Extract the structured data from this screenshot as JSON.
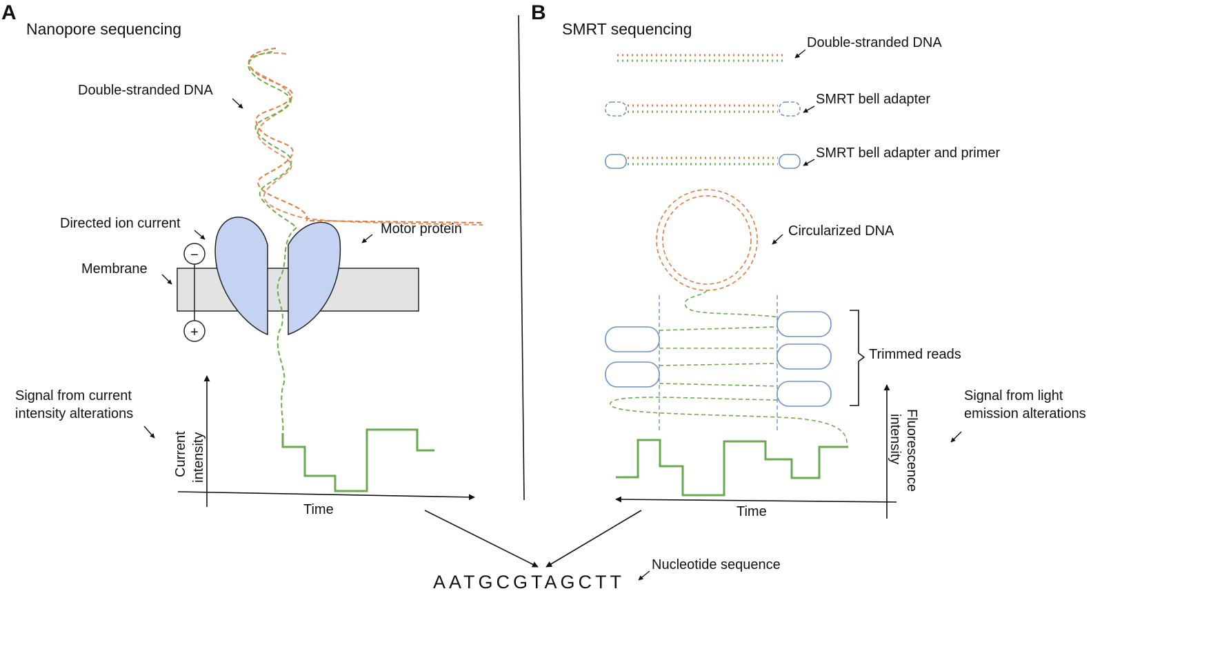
{
  "panel_a": {
    "letter": "A",
    "title": "Nanopore sequencing",
    "labels": {
      "double_stranded_dna": "Double-stranded DNA",
      "directed_ion_current": "Directed ion current",
      "motor_protein": "Motor protein",
      "membrane": "Membrane",
      "signal_line1": "Signal from current",
      "signal_line2": "intensity alterations",
      "y_axis_line1": "Current",
      "y_axis_line2": "intensity",
      "x_axis": "Time",
      "minus_sign": "−",
      "plus_sign": "+"
    }
  },
  "panel_b": {
    "letter": "B",
    "title": "SMRT sequencing",
    "labels": {
      "double_stranded_dna": "Double-stranded DNA",
      "smrt_bell_adapter": "SMRT bell adapter",
      "smrt_bell_adapter_primer": "SMRT bell adapter and primer",
      "circularized_dna": "Circularized DNA",
      "trimmed_reads": "Trimmed reads",
      "signal_line1": "Signal from light",
      "signal_line2": "emission alterations",
      "y_axis_line1": "Fluorescence",
      "y_axis_line2": "intensity",
      "x_axis": "Time"
    }
  },
  "output": {
    "sequence": "AATGCGTAGCTT",
    "label": "Nucleotide sequence"
  },
  "colors": {
    "protein_fill": "#c5d3f2",
    "membrane_fill": "#e3e3e3",
    "strand_orange": "#e07a3c",
    "strand_green": "#6eab48",
    "signal_green": "#6aa84f",
    "adapter_blue": "#6b91c8"
  }
}
